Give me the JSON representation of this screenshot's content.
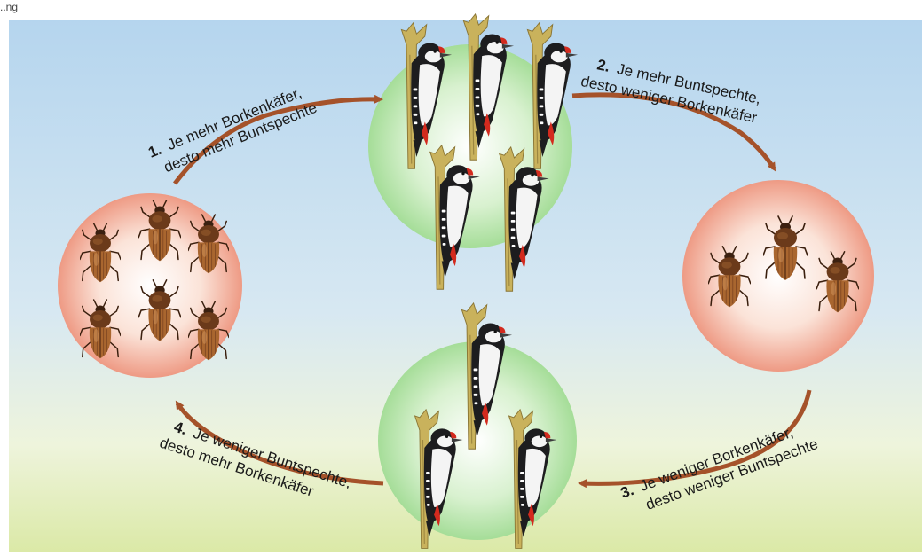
{
  "top_caption": "..ng",
  "labels": {
    "step1": {
      "number": "1.",
      "line1": "Je mehr Borkenkäfer,",
      "line2": "desto mehr Buntspechte"
    },
    "step2": {
      "number": "2.",
      "line1": "Je mehr Buntspechte,",
      "line2": "desto weniger Borkenkäfer"
    },
    "step3": {
      "number": "3.",
      "line1": "Je weniger Borkenkäfer,",
      "line2": "desto weniger Buntspechte"
    },
    "step4": {
      "number": "4.",
      "line1": "Je weniger Buntspechte,",
      "line2": "desto mehr Borkenkäfer"
    }
  },
  "groups": {
    "many_beetles": {
      "count": 6
    },
    "many_woodpeckers": {
      "count": 5
    },
    "few_beetles": {
      "count": 3
    },
    "few_woodpeckers": {
      "count": 3
    }
  },
  "colors": {
    "sky_top": "#b7d6ee",
    "sky_bottom": "#e8f1d5",
    "ground": "#dbe9a7",
    "arrow": "#a5522a",
    "beetle_body": "#9b5a2b",
    "beetle_dark": "#4a2a14",
    "beetle_circle": "#f2a08a",
    "woodpecker_circle": "#a9e0a0",
    "woodpecker_red": "#d32a1e",
    "branch": "#c9b25c"
  }
}
